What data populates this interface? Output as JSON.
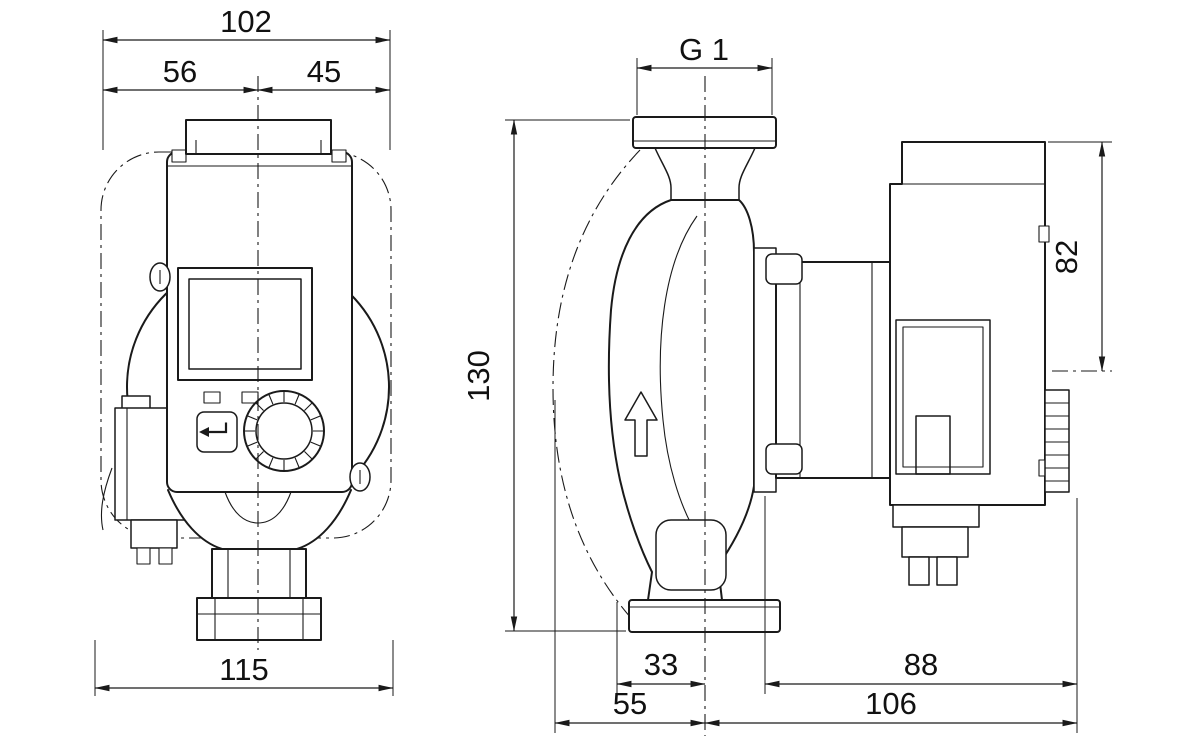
{
  "front_view": {
    "overall_width": "102",
    "head_offset_left": "56",
    "head_offset_right": "45",
    "base_width": "115"
  },
  "side_view": {
    "thread": "G 1",
    "overall_height": "130",
    "module_height": "82",
    "depth_flange": "33",
    "depth_rear": "88",
    "depth_front": "55",
    "depth_rear_total": "106"
  },
  "colors": {
    "line": "#1a1a1a",
    "text": "#111111",
    "background": "#ffffff"
  }
}
